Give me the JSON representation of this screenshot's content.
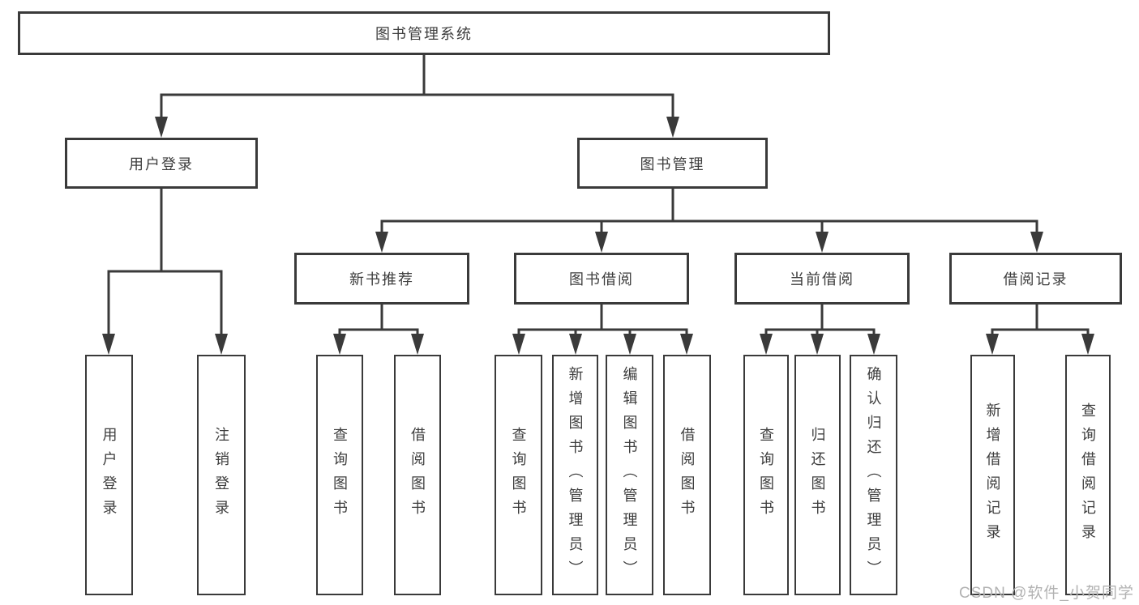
{
  "root": {
    "label": "图书管理系统"
  },
  "branches": [
    {
      "label": "用户登录",
      "children": [
        {
          "label": "用户登录"
        },
        {
          "label": "注销登录"
        }
      ]
    },
    {
      "label": "图书管理",
      "children": [
        {
          "label": "新书推荐",
          "children": [
            {
              "label": "查询图书"
            },
            {
              "label": "借阅图书"
            }
          ]
        },
        {
          "label": "图书借阅",
          "children": [
            {
              "label": "查询图书"
            },
            {
              "label": "新增图书（管理员）"
            },
            {
              "label": "编辑图书（管理员）"
            },
            {
              "label": "借阅图书"
            }
          ]
        },
        {
          "label": "当前借阅",
          "children": [
            {
              "label": "查询图书"
            },
            {
              "label": "归还图书"
            },
            {
              "label": "确认归还（管理员）"
            }
          ]
        },
        {
          "label": "借阅记录",
          "children": [
            {
              "label": "新增借阅记录"
            },
            {
              "label": "查询借阅记录"
            }
          ]
        }
      ]
    }
  ],
  "watermark": "CSDN @软件_小贺同学",
  "colors": {
    "line": "#3a3a3a",
    "box_border": "#3a3a3a",
    "text": "#3d3d3d",
    "watermark": "#b2b2b2",
    "background": "#ffffff"
  }
}
